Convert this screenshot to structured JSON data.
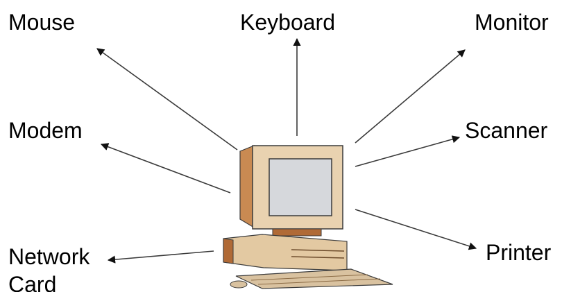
{
  "labels": {
    "mouse": "Mouse",
    "keyboard": "Keyboard",
    "monitor": "Monitor",
    "modem": "Modem",
    "scanner": "Scanner",
    "printer": "Printer",
    "network_card": "Network\nCard"
  },
  "colors": {
    "arrow": "#3a3a3a",
    "monitor_bezel": "#e9d2b0",
    "monitor_side": "#c98a52",
    "screen": "#d6d8dc",
    "case": "#e3c9a2",
    "case_shadow": "#b06a36",
    "keyboard": "#d9c2a0"
  },
  "icons": {
    "computer": "desktop-computer-icon"
  }
}
